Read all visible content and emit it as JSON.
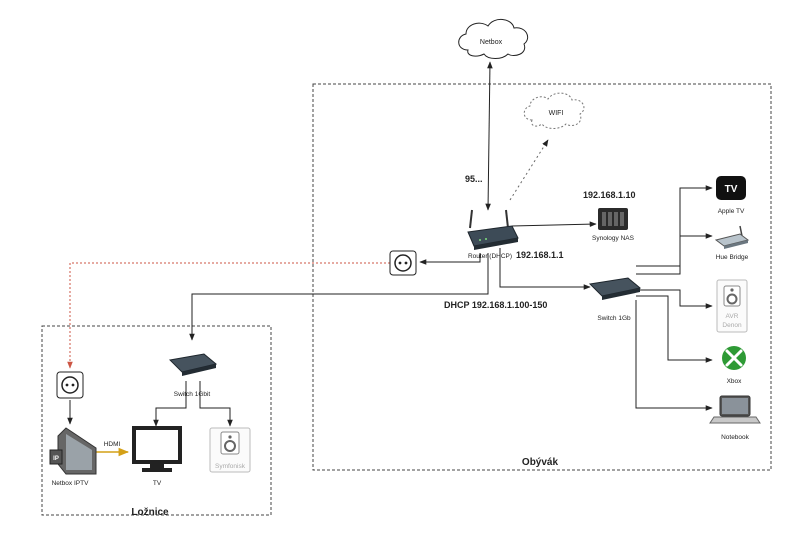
{
  "clouds": {
    "internet": "Netbox",
    "wifi": "WIFI"
  },
  "zones": {
    "living_room": "Obývák",
    "bedroom": "Ložnice"
  },
  "router": {
    "label": "Router (DHCP)",
    "wan_ip": "95...",
    "lan_ip": "192.168.1.1",
    "dhcp_range": "DHCP 192.168.1.100-150"
  },
  "nas": {
    "label": "Synology NAS",
    "ip": "192.168.1.10"
  },
  "switch_main": {
    "label": "Switch 1Gb"
  },
  "switch_bedroom": {
    "label": "Switch 1Gbit"
  },
  "devices": {
    "apple_tv": {
      "label": "Apple TV",
      "screen_text": "TV"
    },
    "hue_bridge": {
      "label": "Hue Bridge"
    },
    "avr": {
      "label_line1": "AVR",
      "label_line2": "Denon"
    },
    "xbox": {
      "label": "Xbox"
    },
    "notebook": {
      "label": "Notebook"
    },
    "netbox_iptv": {
      "label": "Netbox IPTV",
      "badge": "IP"
    },
    "tv": {
      "label": "TV"
    },
    "symfonisk": {
      "label": "Symfonisk"
    }
  },
  "links": {
    "hdmi": "HDMI"
  },
  "colors": {
    "line": "#222222",
    "power_link": "#cc5544",
    "hdmi_link": "#d4a017",
    "zone_border": "#444444",
    "xbox_green": "#2e9a35",
    "disabled_text": "#aaaaaa"
  },
  "icons": {
    "router": "router-icon",
    "nas": "nas-icon",
    "switch": "switch-icon",
    "power_socket": "power-socket-icon",
    "apple_tv": "apple-tv-icon",
    "hue_bridge": "hue-bridge-icon",
    "speaker": "speaker-icon",
    "xbox": "xbox-icon",
    "notebook": "notebook-icon",
    "set_top_box": "set-top-box-icon",
    "tv": "tv-icon"
  }
}
